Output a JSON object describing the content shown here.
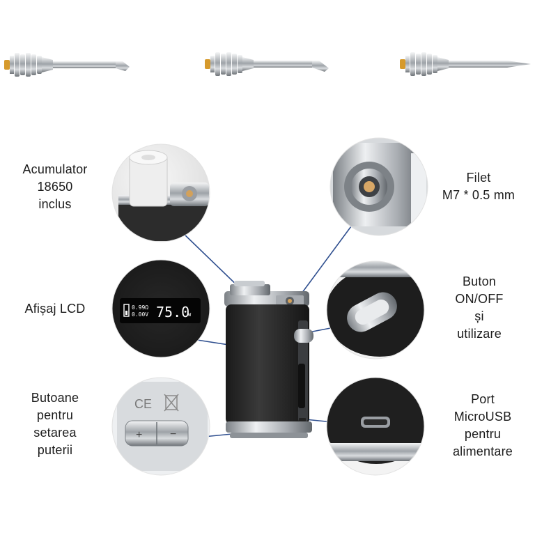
{
  "labels": {
    "battery": [
      "Acumulator",
      "18650",
      "inclus"
    ],
    "thread": [
      "Filet",
      "M7 * 0.5 mm"
    ],
    "lcd": [
      "Afișaj LCD"
    ],
    "power_button": [
      "Buton",
      "ON/OFF",
      "și",
      "utilizare"
    ],
    "adjust_buttons": [
      "Butoane",
      "pentru",
      "setarea",
      "puterii"
    ],
    "usb_port": [
      "Port",
      "MicroUSB",
      "pentru",
      "alimentare"
    ]
  },
  "lcd_screen": {
    "resistance": "0.99Ω",
    "voltage": "0.00V",
    "power": "75.0",
    "unit": "W"
  },
  "colors": {
    "leader_line": "#2f4f8f",
    "device_body": "#2a2a2a",
    "metal": "#b9bcc0"
  }
}
